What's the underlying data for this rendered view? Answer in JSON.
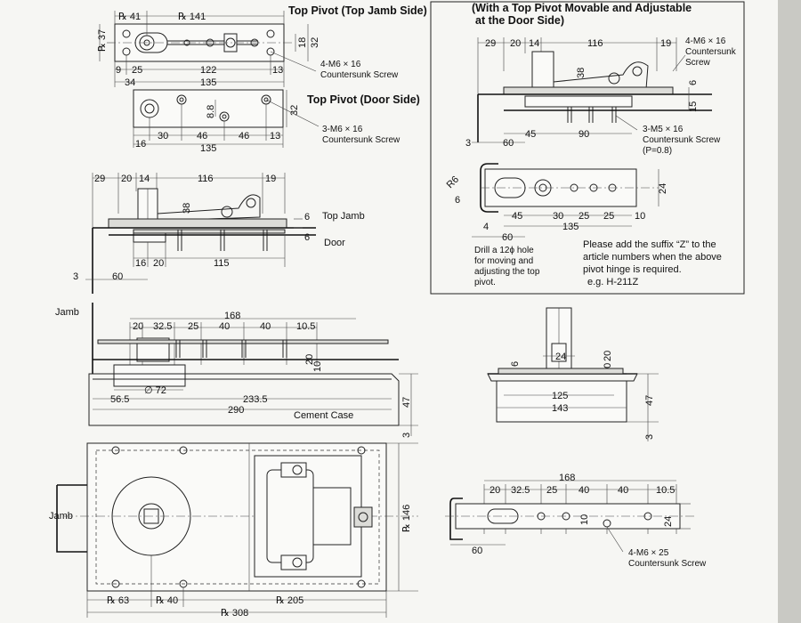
{
  "titles": {
    "top_pivot_jamb": "Top Pivot (Top Jamb Side)",
    "top_pivot_door": "Top Pivot (Door Side)",
    "movable_line1": "(With a Top Pivot Movable and Adjustable",
    "movable_line2": "at the Door Side)"
  },
  "screw_notes": {
    "jamb_screw_l1": "4-M6 × 16",
    "jamb_screw_l2": "Countersunk Screw",
    "door_screw_l1": "3-M6 × 16",
    "door_screw_l2": "Countersunk Screw",
    "mov_screw_a_l1": "4-M6 × 16",
    "mov_screw_a_l2": "Countersunk",
    "mov_screw_a_l3": "Screw",
    "mov_screw_b_l1": "3-M5 × 16",
    "mov_screw_b_l2": "Countersunk Screw",
    "mov_screw_b_l3": "(P=0.8)",
    "plan_screw_l1": "4-M6 × 25",
    "plan_screw_l2": "Countersunk Screw"
  },
  "labels": {
    "top_jamb": "Top Jamb",
    "door": "Door",
    "jamb_mid": "Jamb",
    "jamb_bottom": "Jamb",
    "cement_case": "Cement Case",
    "drill_l1": "Drill a 12ϕ hole",
    "drill_l2": "for moving and",
    "drill_l3": "adjusting the top",
    "drill_l4": "pivot.",
    "note_l1": "Please add the suffix “Z” to the",
    "note_l2": "article numbers when the above",
    "note_l3": "pivot hinge is required.",
    "note_l4": "e.g. H-211Z"
  },
  "dims": {
    "tp_41": "℞ 41",
    "tp_141": "℞ 141",
    "tp_37": "℞ 37",
    "tp_18": "18",
    "tp_32": "32",
    "tp_9": "9",
    "tp_25": "25",
    "tp_122": "122",
    "tp_13a": "13",
    "tp_34": "34",
    "tp_135a": "135",
    "dp_88": "8.8",
    "dp_32": "32",
    "dp_16": "16",
    "dp_30": "30",
    "dp_46a": "46",
    "dp_46b": "46",
    "dp_13": "13",
    "dp_135": "135",
    "ss_29": "29",
    "ss_20": "20",
    "ss_14": "14",
    "ss_116": "116",
    "ss_19": "19",
    "ss_38": "38",
    "ss_6a": "6",
    "ss_6b": "6",
    "ss_16": "16",
    "ss_20b": "20",
    "ss_115": "115",
    "ss_3": "3",
    "ss_60": "60",
    "mv_29": "29",
    "mv_20": "20",
    "mv_14": "14",
    "mv_116": "116",
    "mv_19": "19",
    "mv_38": "38",
    "mv_15": "15",
    "mv_6": "6",
    "mv_45": "45",
    "mv_90": "90",
    "mv_3": "3",
    "mv_60": "60",
    "mp_R6": "R6",
    "mp_6": "6",
    "mp_24": "24",
    "mp_45": "45",
    "mp_30": "30",
    "mp_25a": "25",
    "mp_25b": "25",
    "mp_10": "10",
    "mp_135": "135",
    "mp_4": "4",
    "mp_60": "60",
    "fs_168": "168",
    "fs_20": "20",
    "fs_325": "32.5",
    "fs_25": "25",
    "fs_40a": "40",
    "fs_40b": "40",
    "fs_105": "10.5",
    "fs_20v": "20",
    "fs_10v": "10",
    "fs_72": "∅ 72",
    "fs_565": "56.5",
    "fs_2335": "233.5",
    "fs_290": "290",
    "fs_47": "47",
    "fs_3": "3",
    "es_24": "24",
    "es_6": "6",
    "es_20": "20",
    "es_10": "10",
    "es_125": "125",
    "es_143": "143",
    "es_47": "47",
    "es_3": "3",
    "pv_146": "℞ 146",
    "pv_63": "℞ 63",
    "pv_40": "℞ 40",
    "pv_205": "℞ 205",
    "pv_308": "℞ 308",
    "rp_168": "168",
    "rp_20": "20",
    "rp_325": "32.5",
    "rp_25": "25",
    "rp_40a": "40",
    "rp_40b": "40",
    "rp_105": "10.5",
    "rp_10": "10",
    "rp_24": "24",
    "rp_60": "60"
  }
}
